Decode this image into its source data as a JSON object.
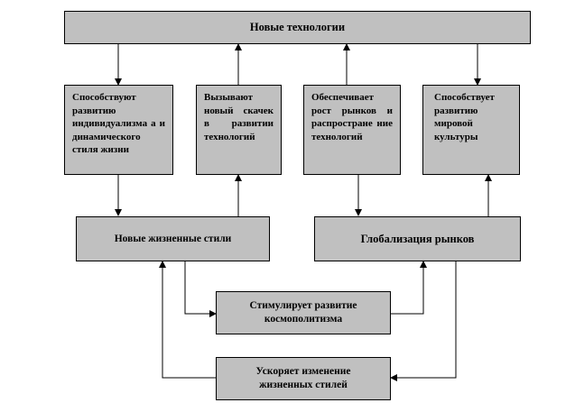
{
  "top": "Новые технологии",
  "effects": [
    "Способствуют развитию индивидуализма а и динамического стиля жизни",
    "Вызывают новый скачек в развитии технологий",
    "Обеспечивает рост рынков и распростране ние технологий",
    "Способствует развитию мировой культуры"
  ],
  "lifestyles": "Новые жизненные стили",
  "globalization": "Глобализация рынков",
  "cosmo": "Стимулирует развитие космополитизма",
  "accelerate": "Ускоряет изменение жизненных стилей"
}
